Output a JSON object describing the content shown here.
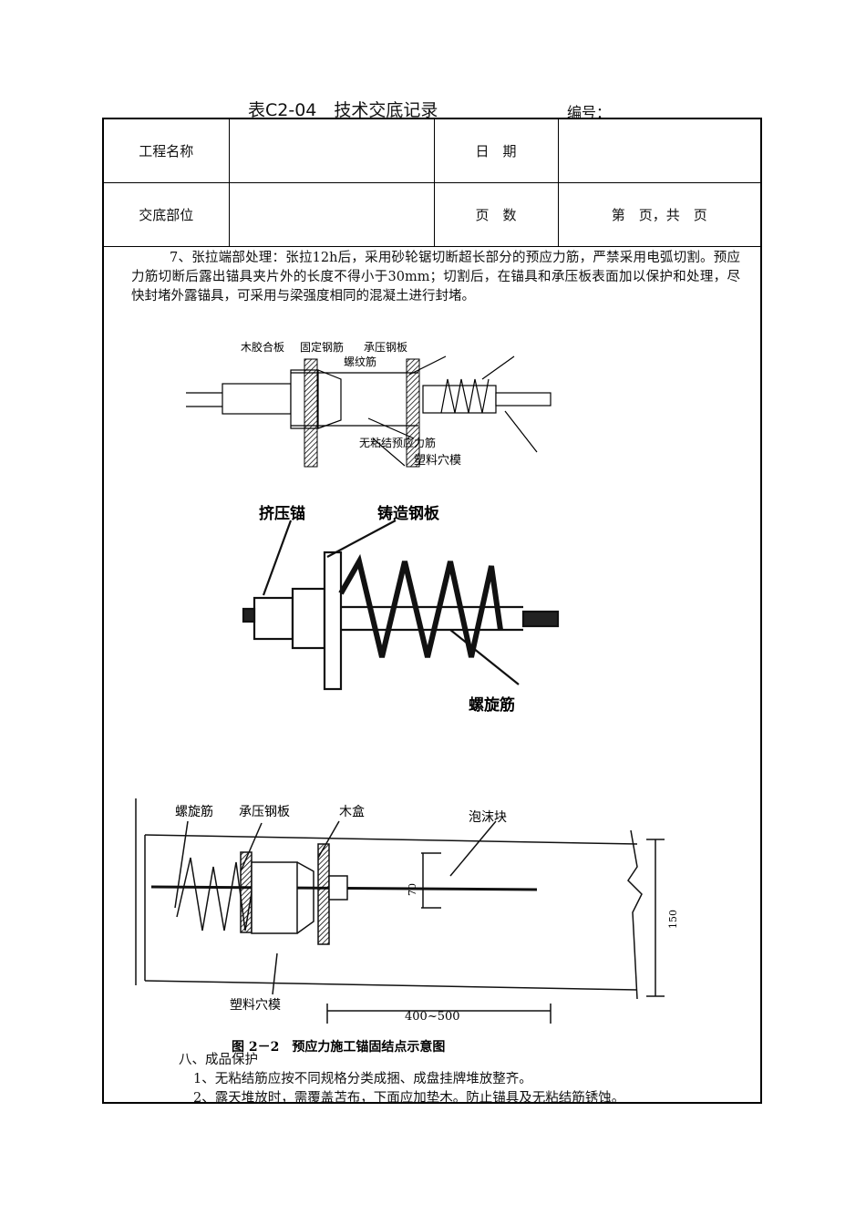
{
  "header": {
    "title": "表C2-04　技术交底记录",
    "number_label": "编号："
  },
  "info_table": {
    "project_name_label": "工程名称",
    "project_name_value": "",
    "date_label": "日　期",
    "date_value": "",
    "part_label": "交底部位",
    "part_value": "",
    "pages_label": "页　数",
    "pages_value": "第　页，共　页"
  },
  "content": {
    "paragraph_7": "7、张拉端部处理：张拉12h后，采用砂轮锯切断超长部分的预应力筋，严禁采用电弧切割。预应力筋切断后露出锚具夹片外的长度不得小于30mm；切割后，在锚具和承压板表面加以保护和处理，尽快封堵外露锚具，可采用与梁强度相同的混凝土进行封堵。"
  },
  "figure1": {
    "label_board": "木胶合板",
    "label_fix": "固定钢筋",
    "label_plate": "承压钢板",
    "label_spiral": "螺纹筋",
    "label_tendon": "无粘结预应力筋",
    "label_mold": "塑料穴模"
  },
  "figure2": {
    "label_anchor": "挤压锚",
    "label_cast": "铸造钢板",
    "label_spiral": "螺旋筋"
  },
  "figure3": {
    "label_spiral": "螺旋筋",
    "label_plate": "承压钢板",
    "label_box": "木盒",
    "label_foam": "泡沫块",
    "dim_70": "70",
    "dim_150": "150",
    "dim_span": "400~500",
    "label_mold": "塑料穴模",
    "caption": "图 2－2　预应力施工锚固结点示意图"
  },
  "section8": {
    "heading": "八、成品保护",
    "item1": "1、无粘结筋应按不同规格分类成捆、成盘挂牌堆放整齐。",
    "item2": "2、露天堆放时，需覆盖苫布，下面应加垫木。防止锚具及无粘结筋锈蚀。"
  }
}
